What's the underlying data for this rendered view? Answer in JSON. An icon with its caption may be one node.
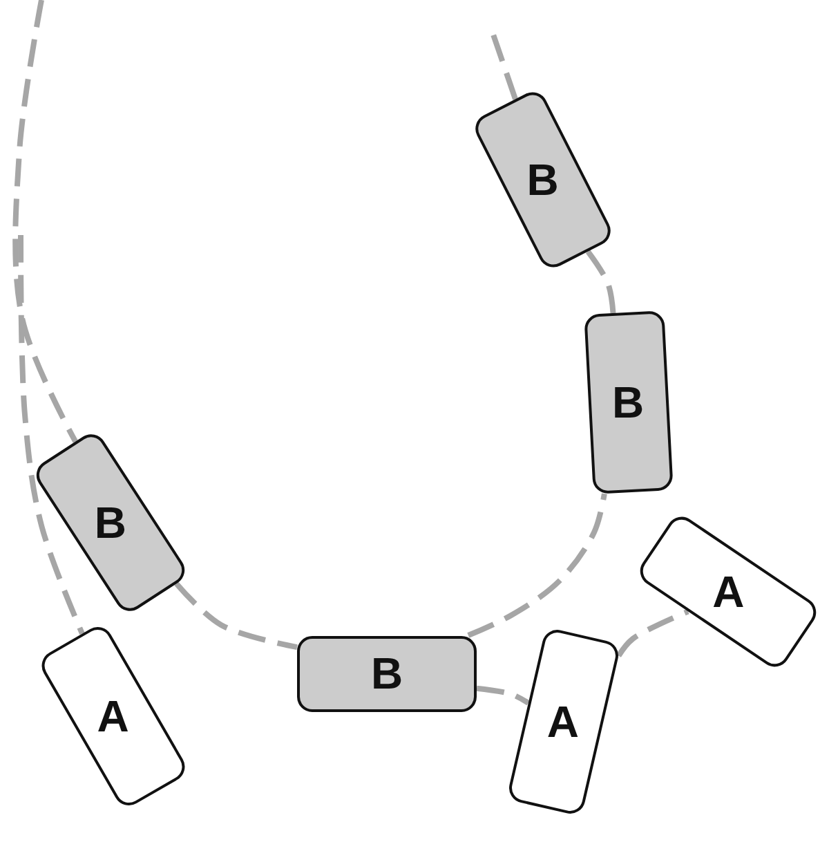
{
  "diagram": {
    "nodes": [
      {
        "text": [
          "B"
        ]
      },
      {
        "text": [
          "B"
        ]
      },
      {
        "text": [
          "B"
        ]
      },
      {
        "text": [
          "A"
        ]
      },
      {
        "text": [
          "B"
        ]
      },
      {
        "text": [
          "A"
        ]
      },
      {
        "text": [
          "A"
        ]
      }
    ],
    "edges": [
      {
        "from": null,
        "to": 2,
        "arrow": "none"
      },
      {
        "from": 2,
        "to": 4,
        "arrow": "none"
      },
      {
        "from": 4,
        "to": 1,
        "arrow": "none"
      },
      {
        "from": 1,
        "to": 0,
        "arrow": "none"
      },
      {
        "from": 0,
        "to": null,
        "arrow": "none"
      },
      {
        "from": null,
        "to": 5,
        "arrow": "none"
      },
      {
        "from": 4,
        "to": 6,
        "arrow": "none"
      },
      {
        "from": 6,
        "to": 3,
        "arrow": "none"
      }
    ]
  }
}
